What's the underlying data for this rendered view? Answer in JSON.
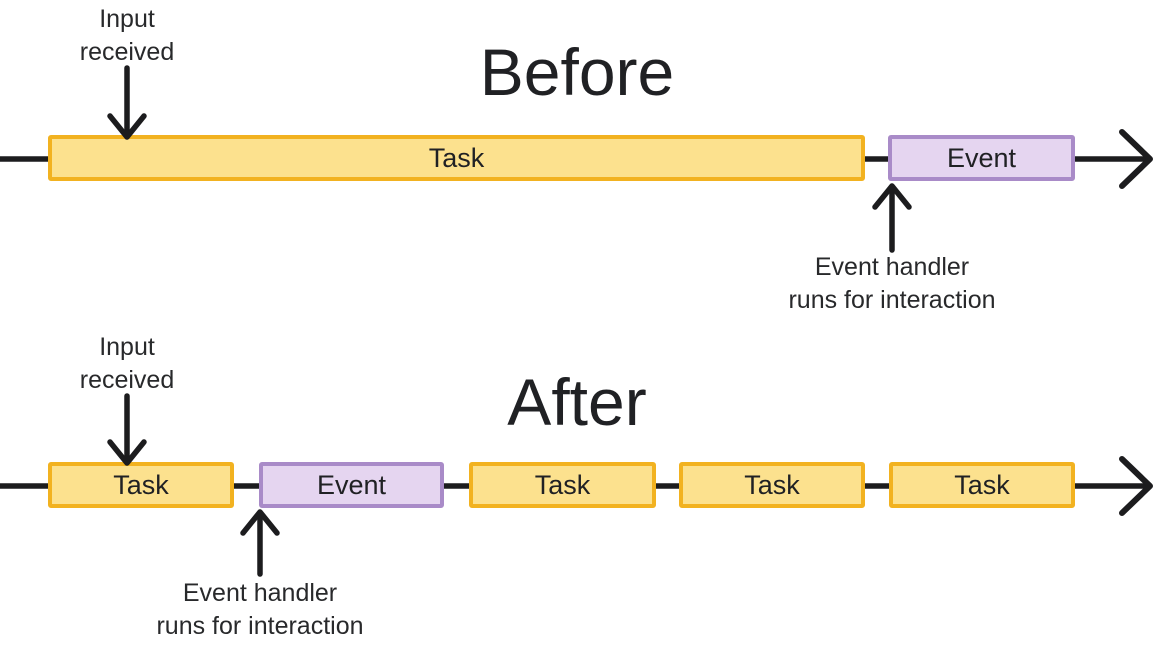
{
  "colors": {
    "task_fill": "#FCE18E",
    "task_border": "#F2B220",
    "event_fill": "#E5D5F0",
    "event_border": "#A98BC8",
    "arrow_line": "#1C1C1E",
    "text": "#202124"
  },
  "before": {
    "title": "Before",
    "input_label": "Input\nreceived",
    "handler_label": "Event handler\nruns for interaction",
    "blocks": [
      {
        "type": "task",
        "label": "Task"
      },
      {
        "type": "event",
        "label": "Event"
      }
    ]
  },
  "after": {
    "title": "After",
    "input_label": "Input\nreceived",
    "handler_label": "Event handler\nruns for interaction",
    "blocks": [
      {
        "type": "task",
        "label": "Task"
      },
      {
        "type": "event",
        "label": "Event"
      },
      {
        "type": "task",
        "label": "Task"
      },
      {
        "type": "task",
        "label": "Task"
      },
      {
        "type": "task",
        "label": "Task"
      }
    ]
  }
}
